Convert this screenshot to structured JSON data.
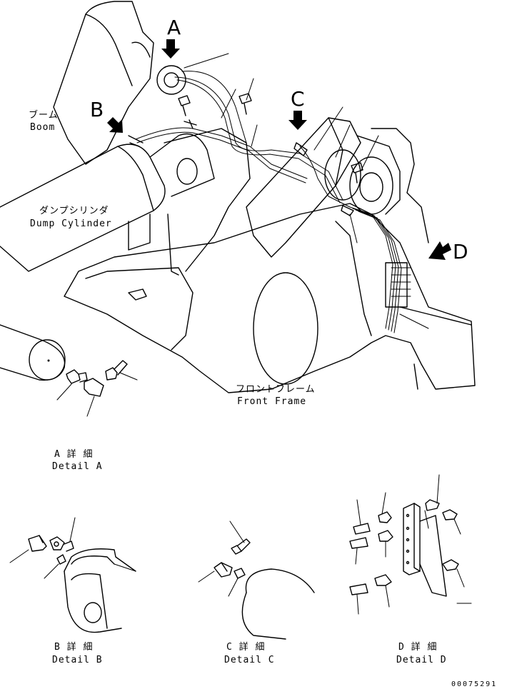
{
  "callouts": {
    "a": "A",
    "b": "B",
    "c": "C",
    "d": "D"
  },
  "labels": {
    "boom_jp": "ブーム",
    "boom_en": "Boom",
    "dump_jp": "ダンプシリンダ",
    "dump_en": "Dump Cylinder",
    "frame_jp": "フロントフレーム",
    "frame_en": "Front Frame"
  },
  "details": {
    "a_jp": "A 詳 細",
    "a_en": "Detail A",
    "b_jp": "B 詳 細",
    "b_en": "Detail B",
    "c_jp": "C 詳 細",
    "c_en": "Detail C",
    "d_jp": "D 詳 細",
    "d_en": "Detail D"
  },
  "drawing_code": "00075291"
}
